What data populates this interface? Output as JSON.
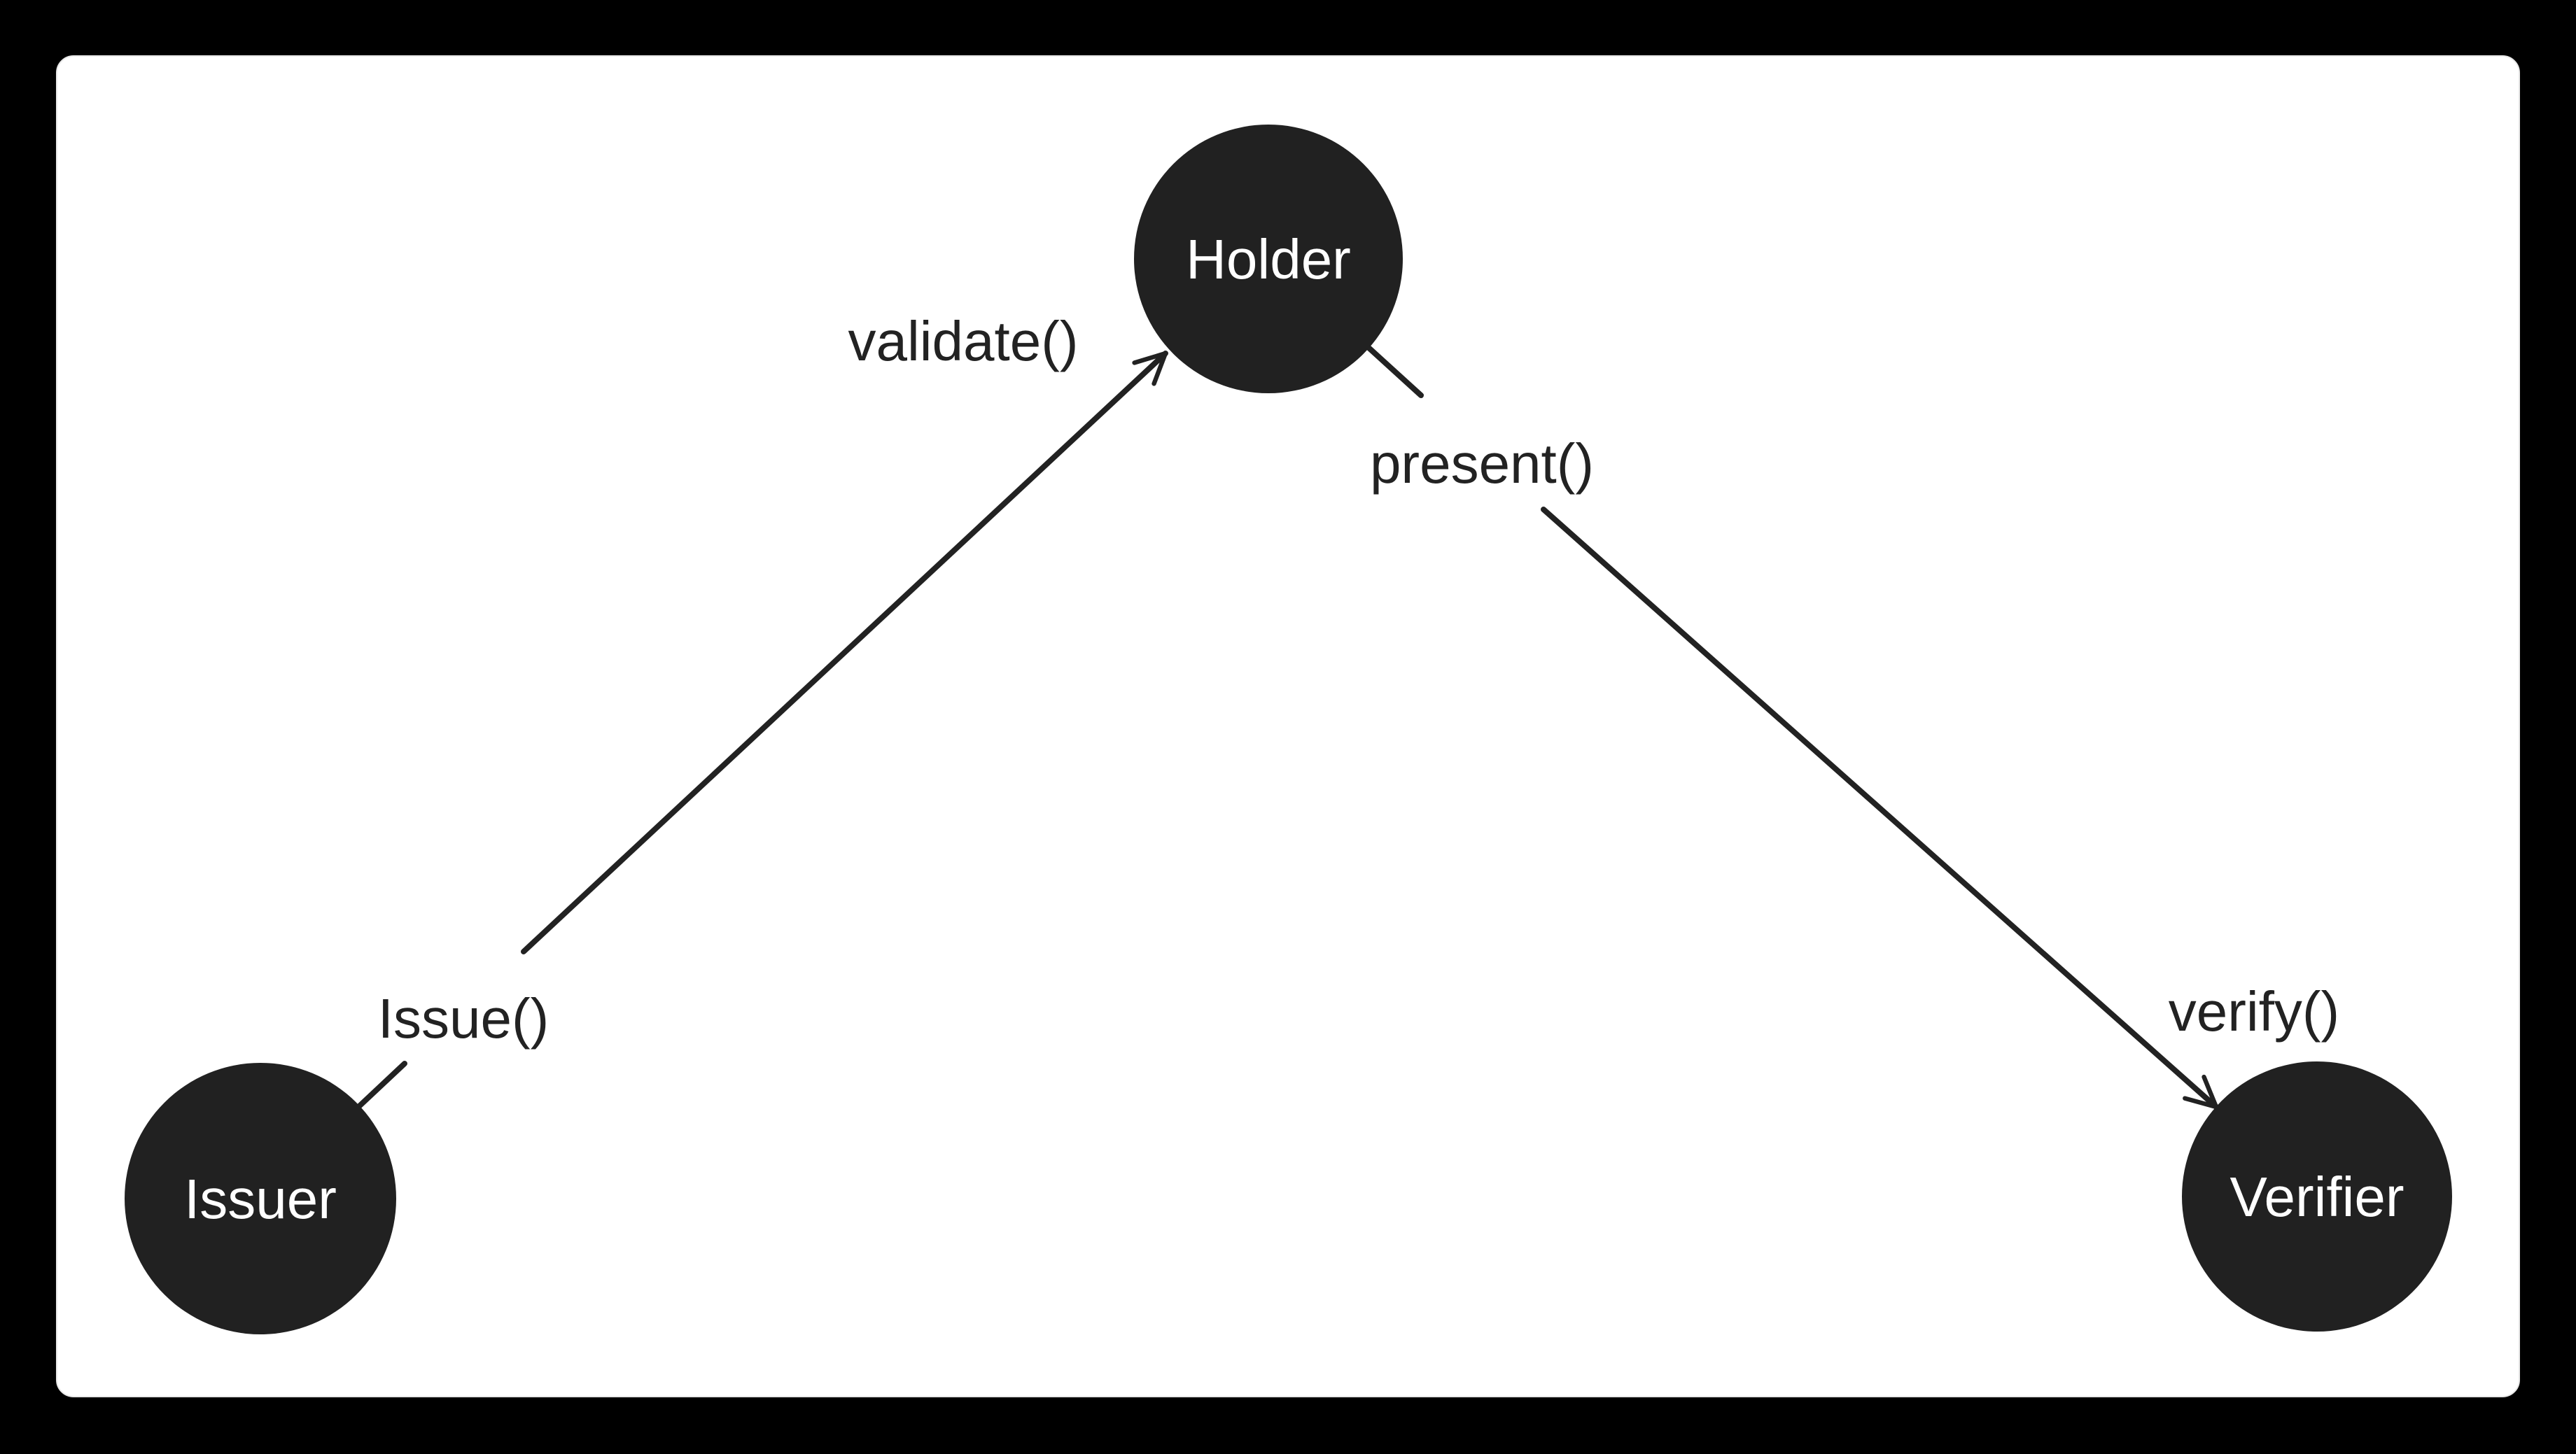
{
  "diagram": {
    "nodes": {
      "holder": {
        "label": "Holder"
      },
      "issuer": {
        "label": "Issuer"
      },
      "verifier": {
        "label": "Verifier"
      }
    },
    "edges": {
      "issue": {
        "from": "Issuer",
        "to": "Holder",
        "source_label": "Issue()",
        "target_label": "validate()"
      },
      "present": {
        "from": "Holder",
        "to": "Verifier",
        "source_label": "present()",
        "target_label": "verify()"
      }
    },
    "colors": {
      "frame_background": "#000000",
      "card_background": "#ffffff",
      "card_border": "#e8e8e8",
      "node_fill": "#212121",
      "node_text": "#ffffff",
      "edge_line": "#222222",
      "edge_label_text": "#222222"
    }
  }
}
